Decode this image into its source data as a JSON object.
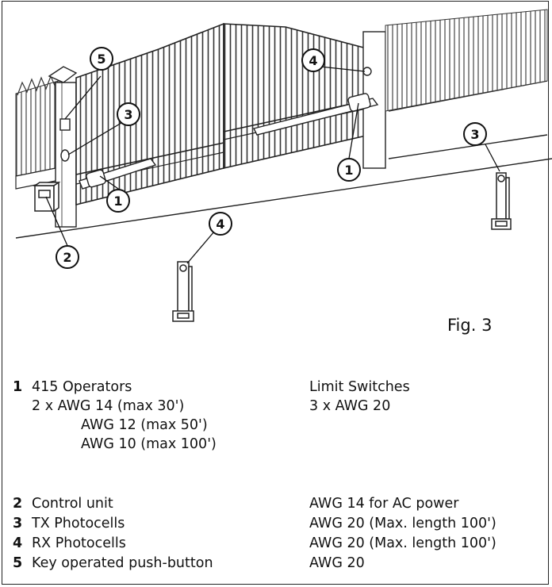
{
  "figure_label": "Fig. 3",
  "callouts": [
    "1",
    "2",
    "3",
    "4",
    "5"
  ],
  "legend": {
    "item1": {
      "num": "1",
      "label": "415 Operators",
      "wires": [
        "2 x AWG 14 (max 30')",
        "AWG 12 (max 50')",
        "AWG 10 (max 100')"
      ],
      "limit_title": "Limit Switches",
      "limit_wire": "3 x AWG 20"
    },
    "items": [
      {
        "num": "2",
        "label": "Control unit",
        "wire": "AWG 14 for AC power"
      },
      {
        "num": "3",
        "label": "TX Photocells",
        "wire": "AWG 20 (Max. length 100')"
      },
      {
        "num": "4",
        "label": "RX Photocells",
        "wire": "AWG 20 (Max. length 100')"
      },
      {
        "num": "5",
        "label": "Key operated push-button",
        "wire": "AWG 20"
      }
    ]
  }
}
